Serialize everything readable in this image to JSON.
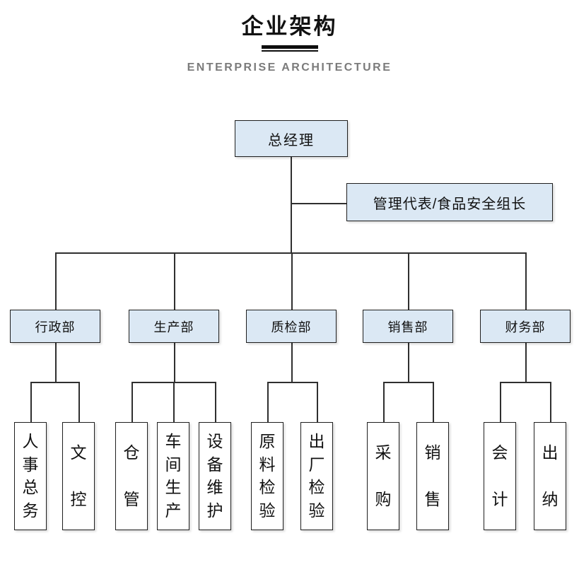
{
  "header": {
    "title": "企业架构",
    "subtitle": "ENTERPRISE ARCHITECTURE"
  },
  "org": {
    "root": "总经理",
    "staff": "管理代表/食品安全组长",
    "departments": [
      {
        "label": "行政部",
        "children": [
          "人事总务",
          "文控"
        ]
      },
      {
        "label": "生产部",
        "children": [
          "仓管",
          "车间生产",
          "设备维护"
        ]
      },
      {
        "label": "质检部",
        "children": [
          "原料检验",
          "出厂检验"
        ]
      },
      {
        "label": "销售部",
        "children": [
          "采购",
          "销售"
        ]
      },
      {
        "label": "财务部",
        "children": [
          "会计",
          "出纳"
        ]
      }
    ]
  },
  "colors": {
    "fill": "#dbe8f4",
    "leaf": "#ffffff",
    "border": "#1f1f1f",
    "line": "#2f2f2f",
    "subtitle": "#7b7b7b"
  }
}
